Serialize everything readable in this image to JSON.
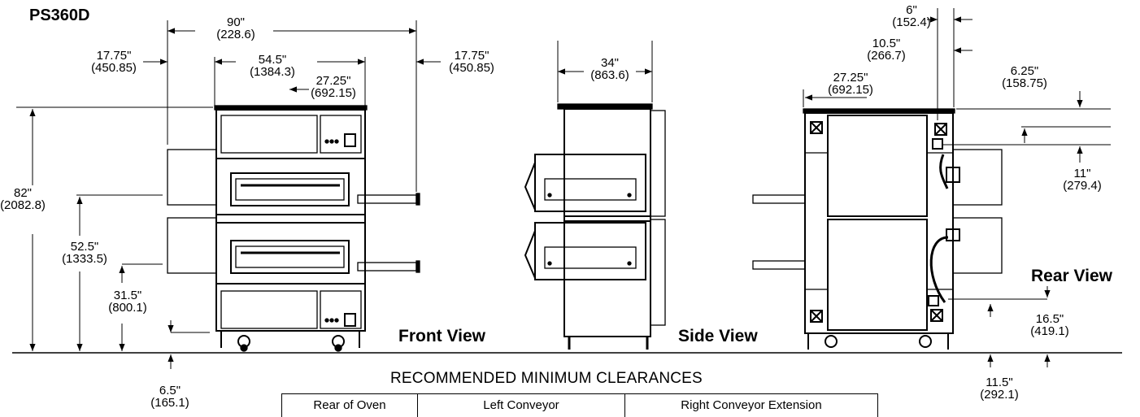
{
  "model": "PS360D",
  "views": {
    "front": "Front View",
    "side": "Side View",
    "rear": "Rear View"
  },
  "dimensions": {
    "overall_width": {
      "in": "90\"",
      "mm": "(228.6)"
    },
    "left_ext": {
      "in": "17.75\"",
      "mm": "(450.85)"
    },
    "right_ext": {
      "in": "17.75\"",
      "mm": "(450.85)"
    },
    "belt_width": {
      "in": "54.5\"",
      "mm": "(1384.3)"
    },
    "half_width_front": {
      "in": "27.25\"",
      "mm": "(692.15)"
    },
    "depth": {
      "in": "34\"",
      "mm": "(863.6)"
    },
    "rear_6": {
      "in": "6\"",
      "mm": "(152.4)"
    },
    "rear_10_5": {
      "in": "10.5\"",
      "mm": "(266.7)"
    },
    "half_width_rear": {
      "in": "27.25\"",
      "mm": "(692.15)"
    },
    "rear_6_25": {
      "in": "6.25\"",
      "mm": "(158.75)"
    },
    "rear_11": {
      "in": "11\"",
      "mm": "(279.4)"
    },
    "height": {
      "in": "82\"",
      "mm": "(2082.8)"
    },
    "upper_conv": {
      "in": "52.5\"",
      "mm": "(1333.5)"
    },
    "lower_conv": {
      "in": "31.5\"",
      "mm": "(800.1)"
    },
    "base": {
      "in": "6.5\"",
      "mm": "(165.1)"
    },
    "rear_16_5": {
      "in": "16.5\"",
      "mm": "(419.1)"
    },
    "rear_11_5": {
      "in": "11.5\"",
      "mm": "(292.1)"
    }
  },
  "clearances": {
    "heading": "RECOMMENDED MINIMUM CLEARANCES",
    "columns": [
      "Rear of Oven",
      "Left Conveyor",
      "Right Conveyor Extension"
    ]
  }
}
